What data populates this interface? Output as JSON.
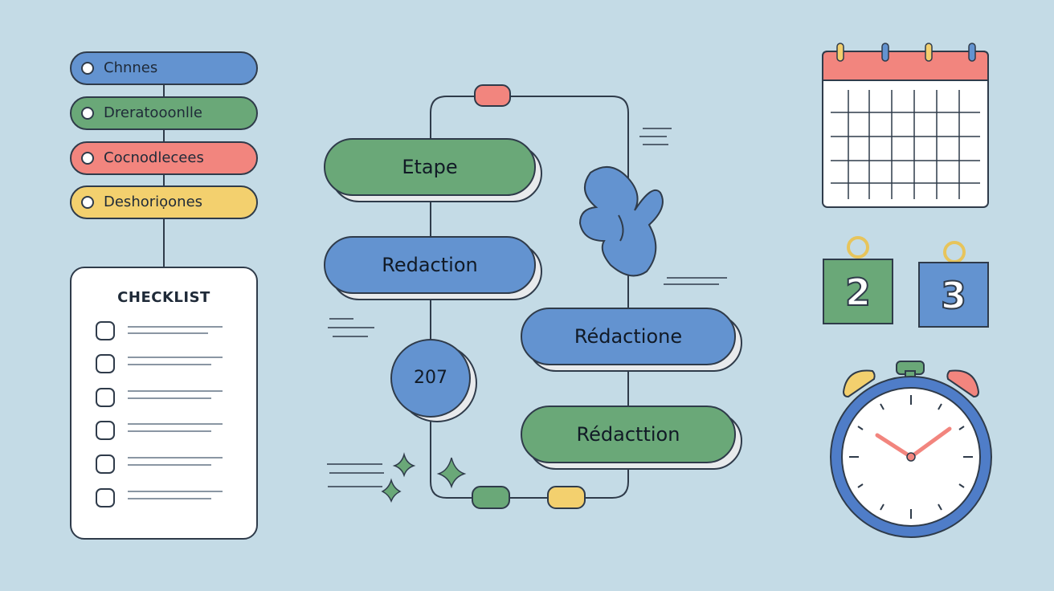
{
  "legend": [
    {
      "label": "Chnnes",
      "color": "#6393d0"
    },
    {
      "label": "Dreratooonlle",
      "color": "#6aa878"
    },
    {
      "label": "Cocnodlecees",
      "color": "#f2857e"
    },
    {
      "label": "Deshoriọones",
      "color": "#f3d06e"
    }
  ],
  "checklist": {
    "title": "CHECKLIST",
    "item_count": 6
  },
  "steps": [
    {
      "label": "Etape",
      "color": "#6aa878"
    },
    {
      "label": "Redaction",
      "color": "#6393d0"
    },
    {
      "label": "Rédactione",
      "color": "#6393d0"
    },
    {
      "label": "Rédacttion",
      "color": "#6aa878"
    }
  ],
  "badge": {
    "label": "207"
  },
  "tiles": [
    {
      "label": "2",
      "color": "#6aa878"
    },
    {
      "label": "3",
      "color": "#6393d0"
    }
  ],
  "colors": {
    "background": "#c4dbe6",
    "outline": "#2f3b4a",
    "calendar_header": "#f2857e",
    "clock_ring": "#4f7dc8",
    "clock_hands": "#f2857e",
    "bell_left": "#f3d06e",
    "bell_right": "#f2857e",
    "sparkle": "#6aa878"
  },
  "icons": [
    "calendar-icon",
    "alarm-clock-icon",
    "ampersand-icon",
    "sparkle-icon"
  ]
}
